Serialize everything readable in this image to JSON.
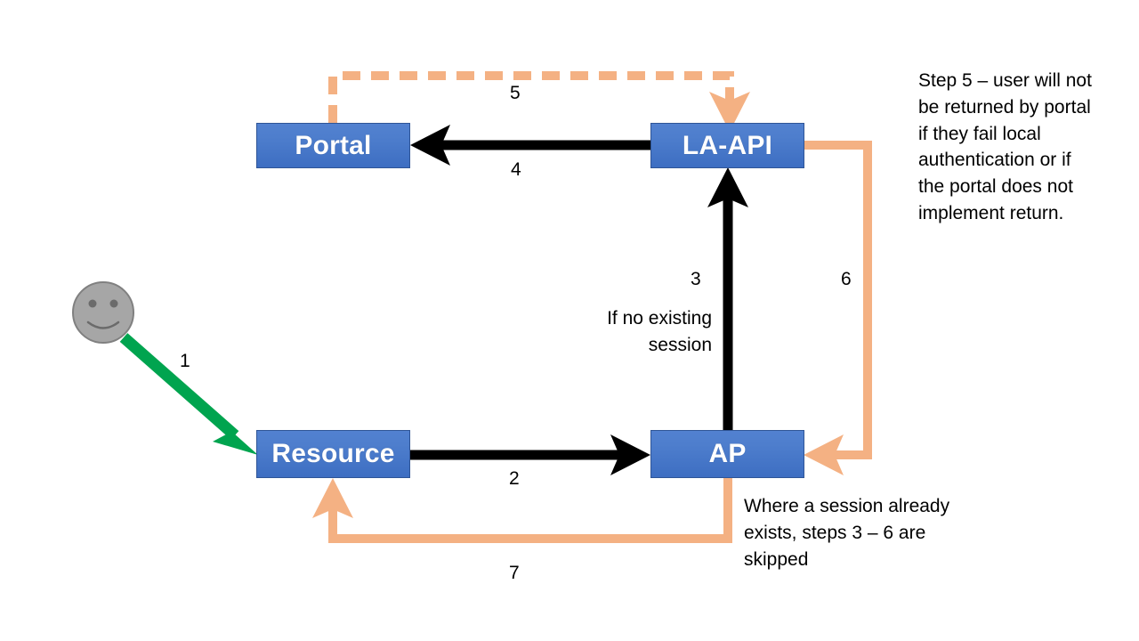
{
  "diagram": {
    "title": "Authentication flow diagram",
    "colors": {
      "node_fill_top": "#5281d0",
      "node_fill_bottom": "#3d6ec2",
      "node_border": "#2f5597",
      "node_text": "#ffffff",
      "arrow_black": "#000000",
      "arrow_orange": "#f4b183",
      "arrow_green": "#00a44f",
      "avatar_fill": "#a6a6a6",
      "avatar_stroke": "#7f7f7f",
      "background": "#ffffff"
    },
    "nodes": [
      {
        "id": "portal",
        "label": "Portal"
      },
      {
        "id": "la-api",
        "label": "LA-API"
      },
      {
        "id": "resource",
        "label": "Resource"
      },
      {
        "id": "ap",
        "label": "AP"
      }
    ],
    "actor": {
      "name": "user-avatar",
      "icon": "smiley-face-icon"
    },
    "steps": [
      {
        "number": "1",
        "from": "user",
        "to": "resource",
        "style": "solid-green"
      },
      {
        "number": "2",
        "from": "resource",
        "to": "ap",
        "style": "solid-black"
      },
      {
        "number": "3",
        "from": "ap",
        "to": "la-api",
        "style": "solid-black",
        "note": "If no existing\nsession"
      },
      {
        "number": "4",
        "from": "la-api",
        "to": "portal",
        "style": "solid-black"
      },
      {
        "number": "5",
        "from": "portal",
        "to": "la-api",
        "style": "dashed-orange"
      },
      {
        "number": "6",
        "from": "la-api",
        "to": "ap",
        "style": "solid-orange"
      },
      {
        "number": "7",
        "from": "ap",
        "to": "resource",
        "style": "solid-orange"
      }
    ],
    "labels": {
      "step1": "1",
      "step2": "2",
      "step3": "3",
      "step3_note_line1": "If no existing",
      "step3_note_line2": "session",
      "step4": "4",
      "step5": "5",
      "step6": "6",
      "step7": "7"
    },
    "notes": {
      "step5_note": "Step 5 – user will not be returned by portal if they fail local authentication or if the portal does not implement return.",
      "step5_note_lines": [
        "Step 5 – user will not",
        "be returned by portal",
        "if they fail local",
        "authentication or if",
        "the portal does not",
        "implement return."
      ],
      "session_note": "Where a session already exists, steps 3 – 6 are skipped",
      "session_note_lines": [
        "Where a session already",
        "exists, steps 3 – 6 are",
        "skipped"
      ]
    }
  }
}
